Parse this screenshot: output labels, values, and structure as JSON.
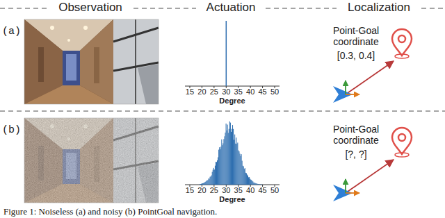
{
  "diagram": {
    "caption": "Figure 1: Noiseless (a) and noisy (b) PointGoal navigation.",
    "labels": [
      "Observation",
      "Actuation",
      "Localization",
      "(a)",
      "15",
      "20",
      "25",
      "30",
      "35",
      "40",
      "45",
      "50",
      "Degree",
      "Point-Goal coordinate",
      "[0.3, 0.4]",
      "(b)",
      "15",
      "20",
      "25",
      "30",
      "35",
      "40",
      "45",
      "50",
      "Degree",
      "Point-Goal coordinate",
      "[?, ?]"
    ]
  }
}
